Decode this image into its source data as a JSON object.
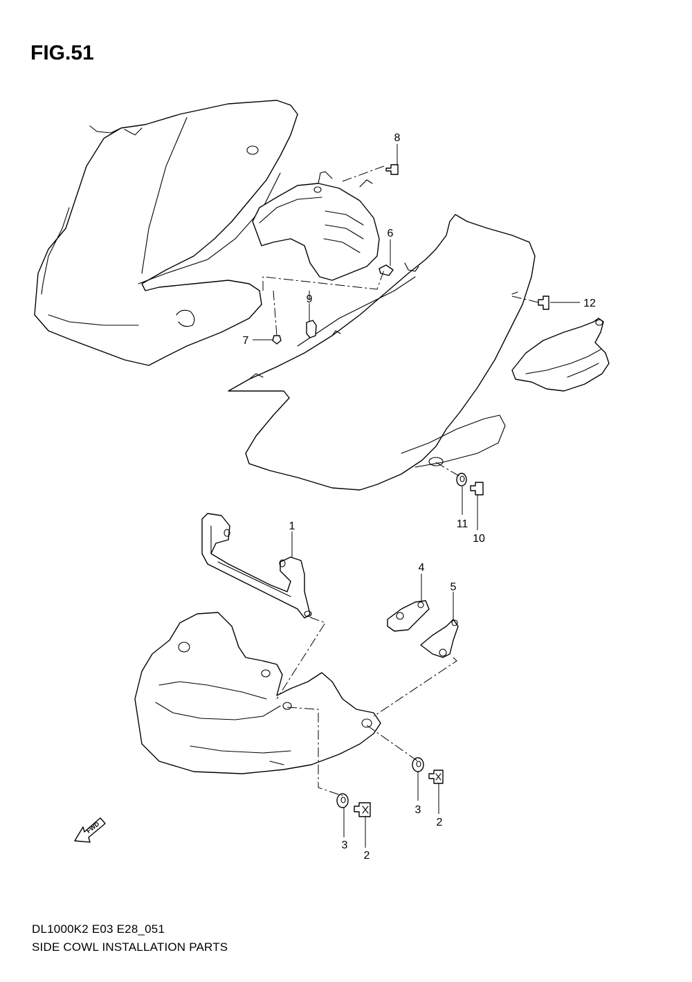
{
  "figure": {
    "title": "FIG.51"
  },
  "footer": {
    "code": "DL1000K2 E03 E28_051",
    "description": "SIDE COWL INSTALLATION PARTS"
  },
  "callouts": {
    "c1": "1",
    "c2a": "2",
    "c2b": "2",
    "c3a": "3",
    "c3b": "3",
    "c4": "4",
    "c5": "5",
    "c6": "6",
    "c7": "7",
    "c8": "8",
    "c9": "9",
    "c10": "10",
    "c11": "11",
    "c12": "12"
  },
  "direction_marker": {
    "text": "FWD"
  }
}
